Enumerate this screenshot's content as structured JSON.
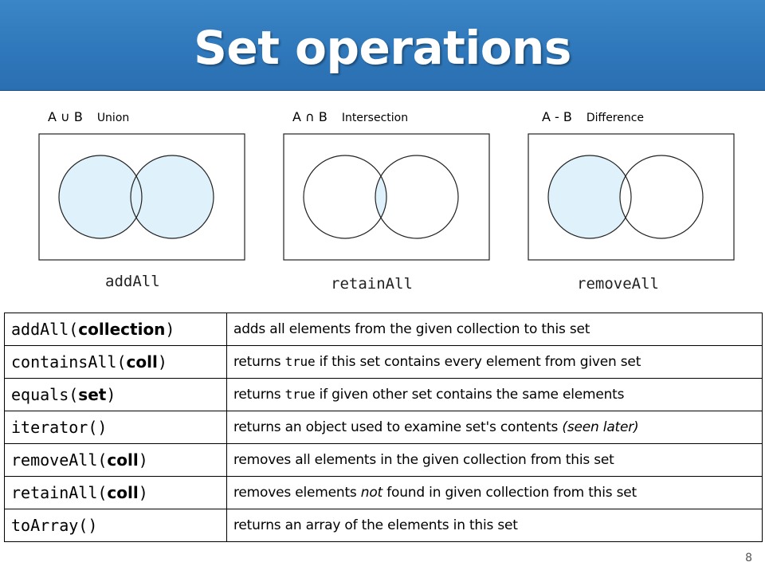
{
  "slide": {
    "title": "Set operations",
    "page_number": "8"
  },
  "diagrams": [
    {
      "symbol": "A ∪ B",
      "caption": "Union",
      "method": "addAll"
    },
    {
      "symbol": "A ∩ B",
      "caption": "Intersection",
      "method": "retainAll"
    },
    {
      "symbol": "A - B",
      "caption": "Difference",
      "method": "removeAll"
    }
  ],
  "colors": {
    "fill": "#dff2fb",
    "header": "#2f78bb",
    "stroke": "#222222"
  },
  "table": {
    "rows": [
      {
        "method": "addAll(",
        "param": "collection",
        "close": ")",
        "desc": "adds all elements from the given collection to this set"
      },
      {
        "method": "containsAll(",
        "param": "coll",
        "close": ")",
        "desc_a": "returns ",
        "code": "true",
        "desc_b": " if this set contains every element from given set"
      },
      {
        "method": "equals(",
        "param": "set",
        "close": ")",
        "desc_a": "returns ",
        "code": "true",
        "desc_b": " if given other set contains the same elements"
      },
      {
        "method": "iterator()",
        "desc_a": "returns an object used to examine set's contents ",
        "em": "(seen later)"
      },
      {
        "method": "removeAll(",
        "param": "coll",
        "close": ")",
        "desc": "removes all elements in the given collection from this set"
      },
      {
        "method": "retainAll(",
        "param": "coll",
        "close": ")",
        "desc_a": "removes elements ",
        "em": "not",
        "desc_b": " found in given collection from this set"
      },
      {
        "method": "toArray()",
        "desc": "returns an array of the elements in this set"
      }
    ]
  }
}
